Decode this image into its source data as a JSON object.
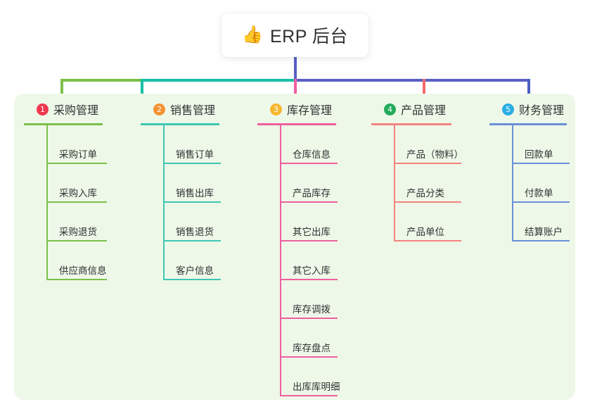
{
  "root": {
    "emoji": "👍",
    "emoji_name": "thumbs-up-icon",
    "title": "ERP 后台"
  },
  "theme": {
    "canvas_bg": "#ffffff",
    "panel_bg": "#eef8e8",
    "root_card_bg": "#ffffff",
    "text": "#303133",
    "bus_green": "#7bc04a",
    "bus_teal": "#17bfa5",
    "bus_blue": "#5b5fc7"
  },
  "connectors": {
    "stem_color": "#5b5fc7",
    "drops": [
      "#7bc04a",
      "#17bfa5",
      "#ef5fa0",
      "#f26b6b",
      "#4a5fc1"
    ]
  },
  "columns": [
    {
      "number": "1",
      "title": "采购管理",
      "badge_color": "#f0374f",
      "line_color": "#7bc04a",
      "rule_width": 112,
      "trunk_width": 2,
      "item_rule_width": 86,
      "items": [
        {
          "label": "采购订单"
        },
        {
          "label": "采购入库"
        },
        {
          "label": "采购退货"
        },
        {
          "label": "供应商信息"
        }
      ]
    },
    {
      "number": "2",
      "title": "销售管理",
      "badge_color": "#f59233",
      "line_color": "#3ec7b4",
      "rule_width": 112,
      "trunk_width": 2,
      "item_rule_width": 82,
      "items": [
        {
          "label": "销售订单"
        },
        {
          "label": "销售出库"
        },
        {
          "label": "销售退货"
        },
        {
          "label": "客户信息"
        }
      ]
    },
    {
      "number": "3",
      "title": "库存管理",
      "badge_color": "#f7b733",
      "line_color": "#ef5fa0",
      "rule_width": 112,
      "trunk_width": 2,
      "item_rule_width": 82,
      "items": [
        {
          "label": "仓库信息"
        },
        {
          "label": "产品库存"
        },
        {
          "label": "其它出库"
        },
        {
          "label": "其它入库"
        },
        {
          "label": "库存调拨"
        },
        {
          "label": "库存盘点"
        },
        {
          "label": "出库库明细"
        }
      ]
    },
    {
      "number": "4",
      "title": "产品管理",
      "badge_color": "#22ab5c",
      "line_color": "#f4837e",
      "rule_width": 114,
      "trunk_width": 2,
      "item_rule_width": 96,
      "items": [
        {
          "label": "产品（物料）"
        },
        {
          "label": "产品分类"
        },
        {
          "label": "产品单位"
        }
      ]
    },
    {
      "number": "5",
      "title": "财务管理",
      "badge_color": "#2aade3",
      "line_color": "#6b8fd8",
      "rule_width": 110,
      "trunk_width": 2,
      "item_rule_width": 82,
      "items": [
        {
          "label": "回款单"
        },
        {
          "label": "付款单"
        },
        {
          "label": "结算账户"
        }
      ]
    }
  ]
}
